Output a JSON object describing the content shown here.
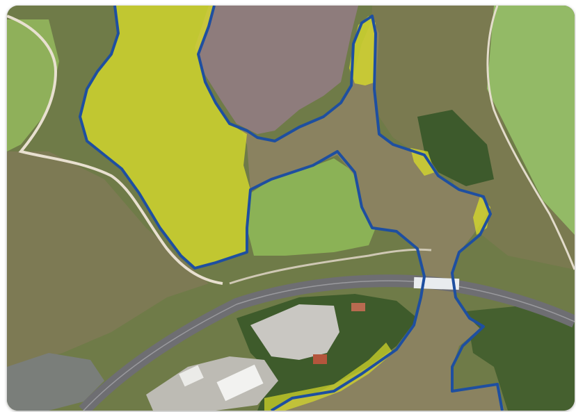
{
  "map": {
    "colors": {
      "water": "#8a8260",
      "wetland_fill": "#d8dc2a",
      "boundary_line": "#1e4fa0",
      "forest": "#3f5a2a",
      "grass": "#8fae55",
      "bare_soil": "#8c7a78",
      "road": "#6e6e72",
      "bridge": "#e9ecef",
      "dirt_track": "#e8e0d0",
      "built": "#c9c7c2"
    },
    "layers": [
      "satellite-imagery",
      "wetland-polygons",
      "water-boundary-outline"
    ]
  }
}
